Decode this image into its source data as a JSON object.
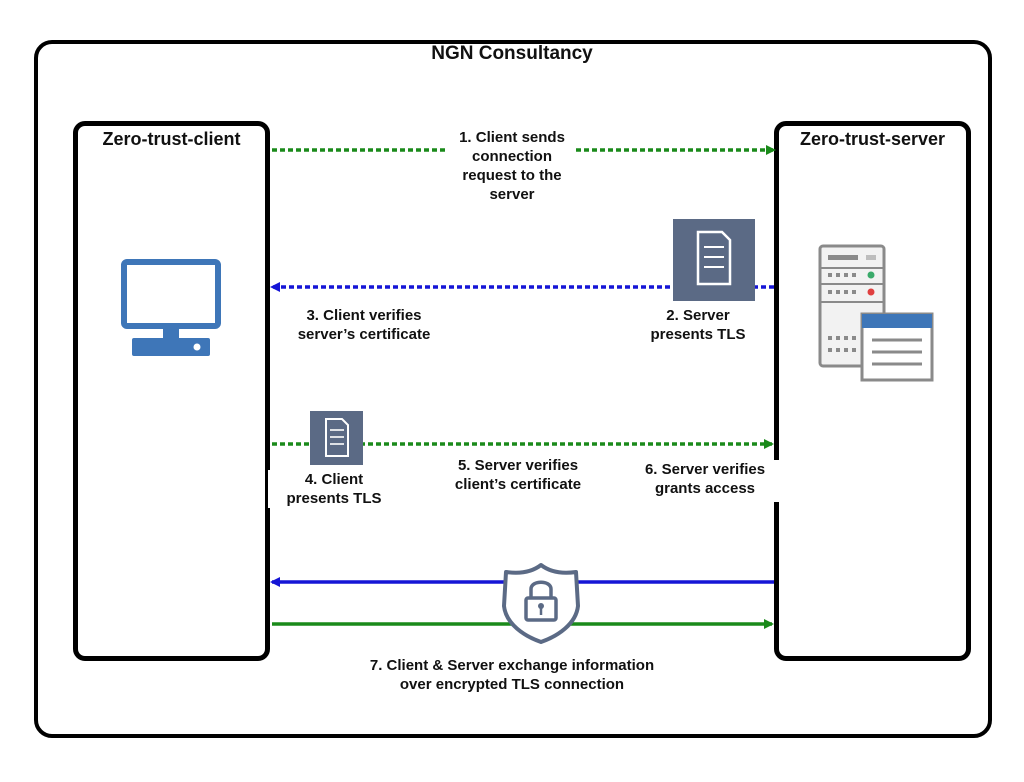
{
  "diagram": {
    "title": "NGN Consultancy",
    "client": {
      "label": "Zero-trust-client"
    },
    "server": {
      "label": "Zero-trust-server"
    },
    "steps": {
      "step1": [
        "1. Client sends",
        "connection",
        "request to the",
        "server"
      ],
      "step2": [
        "2. Server",
        "presents TLS"
      ],
      "step3": [
        "3. Client verifies",
        "server’s certificate"
      ],
      "step4": [
        "4. Client",
        "presents TLS"
      ],
      "step5": [
        "5. Server verifies",
        "client’s certificate"
      ],
      "step6": [
        "6. Server verifies",
        "grants access"
      ],
      "step7": [
        "7. Client & Server exchange information",
        "over encrypted TLS connection"
      ]
    },
    "colors": {
      "green": "#1a8a1a",
      "blue": "#1515d6",
      "icon_blue": "#3e76b8",
      "slate": "#5b6a85",
      "black": "#000000"
    },
    "icons": [
      "desktop-computer-icon",
      "server-rack-icon",
      "document-icon",
      "shield-lock-icon"
    ]
  }
}
